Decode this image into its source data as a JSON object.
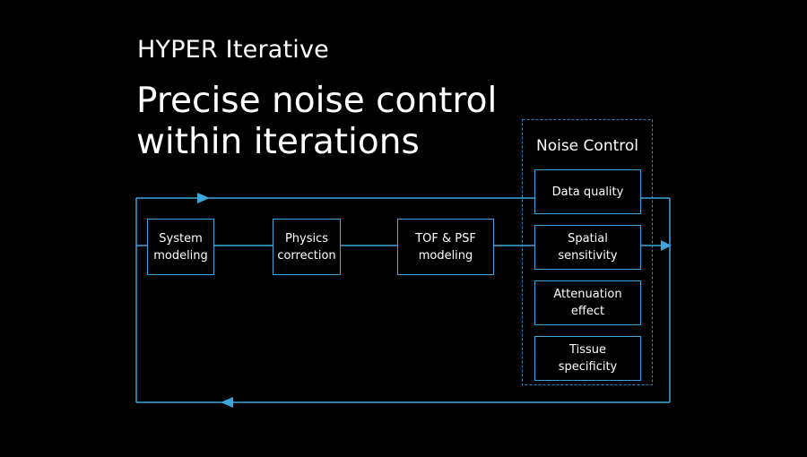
{
  "header": {
    "subtitle": "HYPER Iterative",
    "headline_line1": "Precise noise control",
    "headline_line2": "within iterations"
  },
  "colors": {
    "background": "#000000",
    "text": "#ffffff",
    "accent_line": "#3ea6dc",
    "dashed_border": "#2f88ba"
  },
  "pipeline": {
    "system_modeling": {
      "line1": "System",
      "line2": "modeling"
    },
    "physics_correction": {
      "line1": "Physics",
      "line2": "correction"
    },
    "tof_psf_modeling": {
      "line1": "TOF & PSF",
      "line2": "modeling"
    }
  },
  "noise_control": {
    "title": "Noise Control",
    "items": [
      {
        "line1": "Data quality",
        "line2": ""
      },
      {
        "line1": "Spatial",
        "line2": "sensitivity"
      },
      {
        "line1": "Attenuation",
        "line2": "effect"
      },
      {
        "line1": "Tissue",
        "line2": "specificity"
      }
    ]
  }
}
